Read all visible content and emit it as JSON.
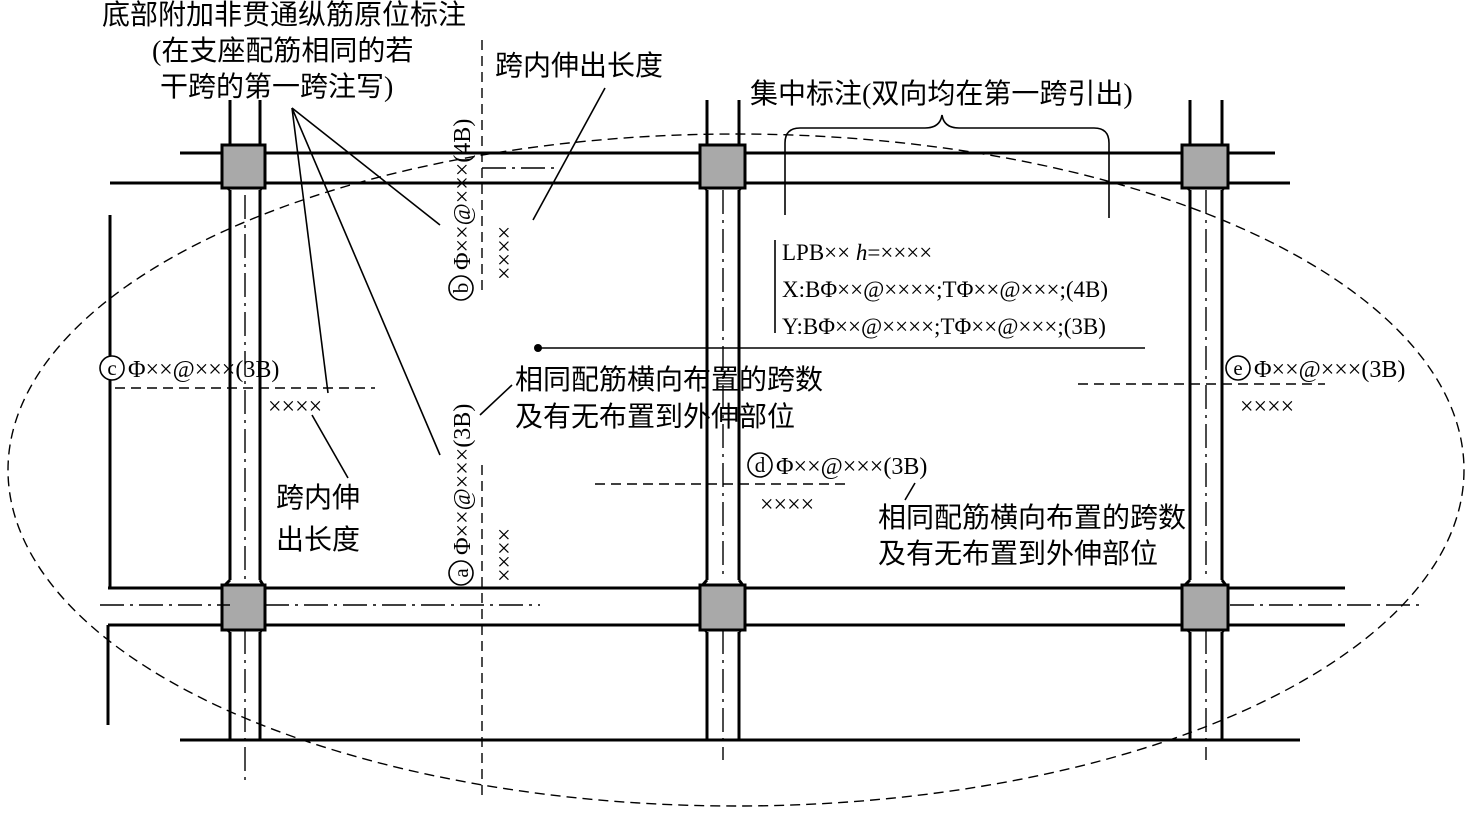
{
  "labels": {
    "top_note_line1": "底部附加非贯通纵筋原位标注",
    "top_note_line2": "(在支座配筋相同的若",
    "top_note_line3": "干跨的第一跨注写)",
    "extension_len_top": "跨内伸出长度",
    "central_note": "集中标注(双向均在第一跨引出)",
    "extension_len_left_line1": "跨内伸",
    "extension_len_left_line2": "出长度",
    "same_rebar_center_line1": "相同配筋横向布置的跨数",
    "same_rebar_center_line2": "及有无布置到外伸部位",
    "same_rebar_right_line1": "相同配筋横向布置的跨数",
    "same_rebar_right_line2": "及有无布置到外伸部位"
  },
  "central_annotation": {
    "line1_prefix": "LPB××",
    "line1_h": "h",
    "line1_suffix": "=××××",
    "line2": "X:BΦ××@××××;TΦ××@×××;(4B)",
    "line3": "Y:BΦ××@××××;TΦ××@×××;(3B)"
  },
  "rebars": {
    "a": {
      "mark": "a",
      "spec": "Φ××@×××(3B)",
      "length": "××××"
    },
    "b": {
      "mark": "b",
      "spec": "Φ××@×××(4B)",
      "length": "××××"
    },
    "c": {
      "mark": "c",
      "spec": "Φ××@×××(3B)",
      "length": "××××"
    },
    "d": {
      "mark": "d",
      "spec": "Φ××@×××(3B)",
      "length": "××××"
    },
    "e": {
      "mark": "e",
      "spec": "Φ××@×××(3B)",
      "length": "××××"
    }
  }
}
